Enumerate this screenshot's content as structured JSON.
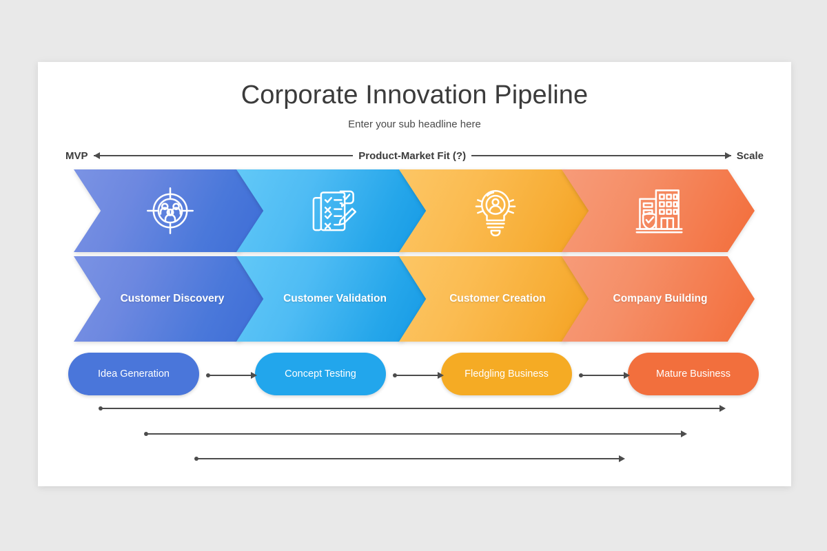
{
  "slide": {
    "title": "Corporate Innovation Pipeline",
    "subtitle": "Enter your sub headline here",
    "background_color": "#e9e9e9",
    "card_color": "#ffffff"
  },
  "axis": {
    "left_label": "MVP",
    "center_label": "Product-Market Fit (?)",
    "right_label": "Scale",
    "line_color": "#4c4c4c"
  },
  "stages": [
    {
      "label": "Customer Discovery",
      "icon": "target-audience-icon",
      "color_start": "#7b93e4",
      "color_end": "#3d6cd6"
    },
    {
      "label": "Customer Validation",
      "icon": "checklist-validation-icon",
      "color_start": "#62c8f7",
      "color_end": "#1599e4"
    },
    {
      "label": "Customer Creation",
      "icon": "lightbulb-person-icon",
      "color_start": "#fcc665",
      "color_end": "#f3a020"
    },
    {
      "label": "Company Building",
      "icon": "building-shield-icon",
      "color_start": "#f79b79",
      "color_end": "#f26d3a"
    }
  ],
  "pills": [
    {
      "label": "Idea Generation",
      "color": "#4a76da"
    },
    {
      "label": "Concept Testing",
      "color": "#22a6ec"
    },
    {
      "label": "Fledgling Business",
      "color": "#f5ab24"
    },
    {
      "label": "Mature Business",
      "color": "#f26f3d"
    }
  ],
  "connectors": [
    {
      "name": "connector-1",
      "direction": "right"
    },
    {
      "name": "connector-2",
      "direction": "right"
    },
    {
      "name": "connector-3",
      "direction": "right"
    }
  ],
  "timeline_arrows": [
    {
      "name": "timeline-arrow-1",
      "direction": "right"
    },
    {
      "name": "timeline-arrow-2",
      "direction": "right"
    },
    {
      "name": "timeline-arrow-3",
      "direction": "right"
    }
  ]
}
